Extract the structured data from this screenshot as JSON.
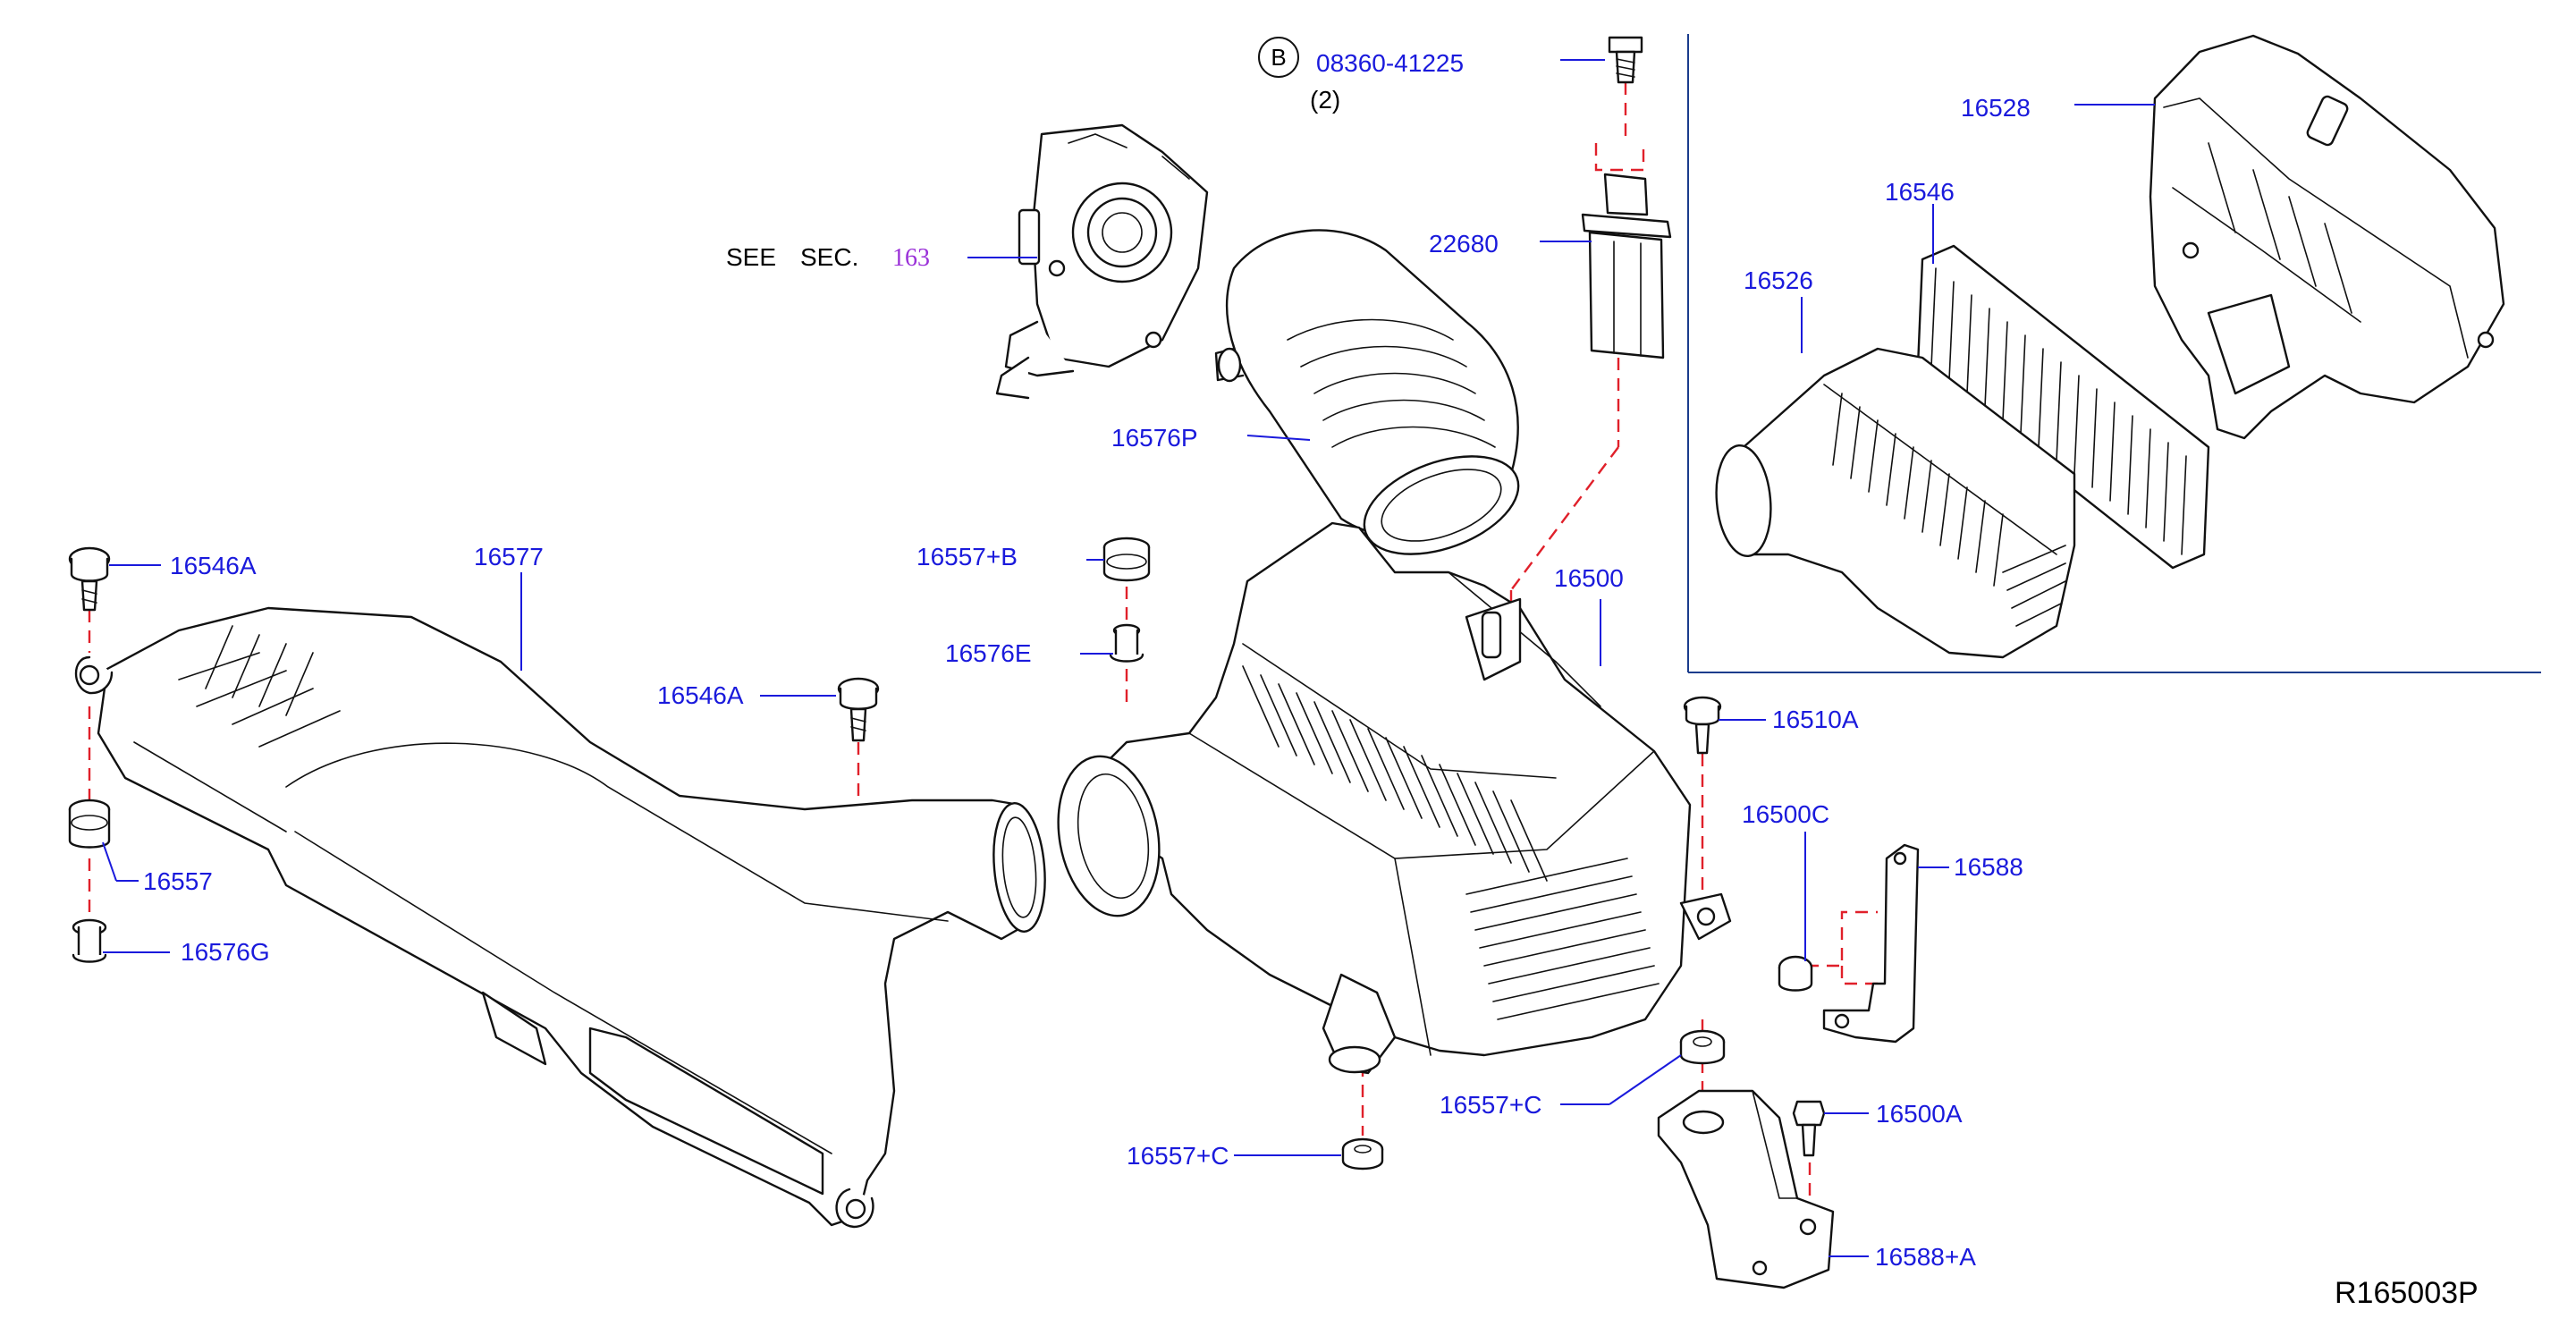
{
  "diagram": {
    "reference_code": "R165003P",
    "see_section": {
      "prefix": "SEE",
      "middle": "SEC.",
      "number": "163"
    },
    "bolt_callout": {
      "circle_letter": "B",
      "part_number": "08360-41225",
      "quantity": "(2)"
    },
    "labels": {
      "p16528": "16528",
      "p16546": "16546",
      "p16526": "16526",
      "p22680": "22680",
      "p16576P": "16576P",
      "p16546A_left": "16546A",
      "p16577": "16577",
      "p16557B": "16557+B",
      "p16576E": "16576E",
      "p16500": "16500",
      "p16546A_mid": "16546A",
      "p16510A": "16510A",
      "p16500C": "16500C",
      "p16588": "16588",
      "p16557": "16557",
      "p16576G": "16576G",
      "p16557C_right": "16557+C",
      "p16500A": "16500A",
      "p16557C_bottom": "16557+C",
      "p16588A": "16588+A"
    }
  }
}
